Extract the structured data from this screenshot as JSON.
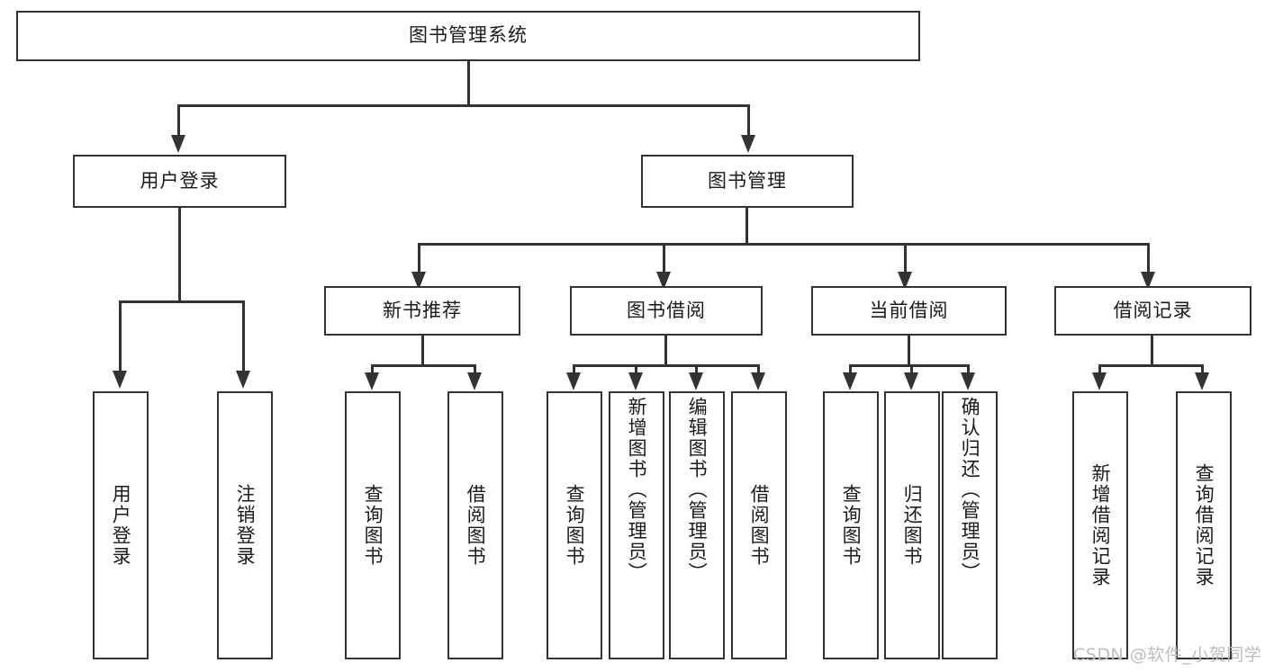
{
  "diagram": {
    "title": "图书管理系统",
    "watermark": "CSDN @软件_小贺同学",
    "root": {
      "label": "图书管理系统"
    },
    "level2": [
      {
        "label": "用户登录"
      },
      {
        "label": "图书管理"
      }
    ],
    "level3": [
      {
        "label": "新书推荐"
      },
      {
        "label": "图书借阅"
      },
      {
        "label": "当前借阅"
      },
      {
        "label": "借阅记录"
      }
    ],
    "leaves": {
      "user_login": [
        {
          "label": "用户登录"
        },
        {
          "label": "注销登录"
        }
      ],
      "new_book_recommend": [
        {
          "label": "查询图书"
        },
        {
          "label": "借阅图书"
        }
      ],
      "book_borrow": [
        {
          "label": "查询图书"
        },
        {
          "label": "新增图书（管理员）"
        },
        {
          "label": "编辑图书（管理员）"
        },
        {
          "label": "借阅图书"
        }
      ],
      "current_borrow": [
        {
          "label": "查询图书"
        },
        {
          "label": "归还图书"
        },
        {
          "label": "确认归还（管理员）"
        }
      ],
      "borrow_record": [
        {
          "label": "新增借阅记录"
        },
        {
          "label": "查询借阅记录"
        }
      ]
    },
    "colors": {
      "stroke": "#333333",
      "fill": "#ffffff",
      "text": "#1a1a1a",
      "watermark": "#bdbdbd"
    }
  }
}
